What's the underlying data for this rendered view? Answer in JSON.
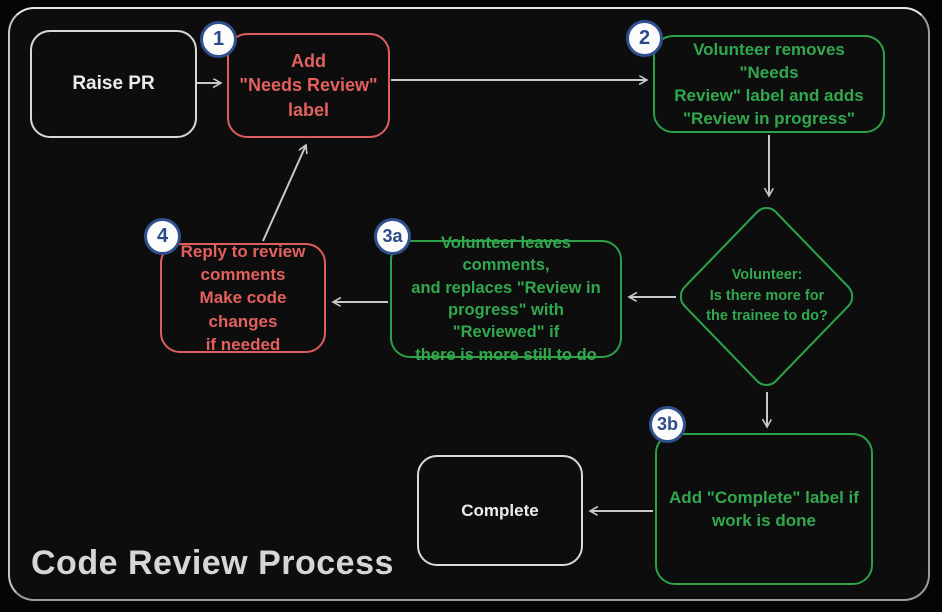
{
  "title": "Code Review Process",
  "colors": {
    "background": "#0d0d0d",
    "frame_border": "#bdbdbd",
    "red_node": "#dd5e5c",
    "green_node": "#2ba148",
    "white_node": "#d9d9d9",
    "arrow": "#c8c8c8",
    "badge_fill": "#fbfbfb",
    "badge_border": "#2f4f8d",
    "title_text": "#d6d6d6"
  },
  "nodes": {
    "raise_pr": {
      "label": "Raise PR"
    },
    "step1": {
      "badge": "1",
      "label": "Add\n\"Needs Review\"\nlabel"
    },
    "step2": {
      "badge": "2",
      "label": "Volunteer removes \"Needs\nReview\" label and adds\n\"Review in progress\""
    },
    "decision": {
      "label": "Volunteer:\nIs there more for\nthe trainee to do?"
    },
    "step3a": {
      "badge": "3a",
      "label": "Volunteer leaves comments,\nand replaces \"Review in\nprogress\" with \"Reviewed\" if\nthere is more still to do"
    },
    "step4": {
      "badge": "4",
      "label": "Reply to review\ncomments\nMake code changes\nif needed"
    },
    "step3b": {
      "badge": "3b",
      "label": "Add \"Complete\" label if\nwork is done"
    },
    "complete": {
      "label": "Complete"
    }
  }
}
